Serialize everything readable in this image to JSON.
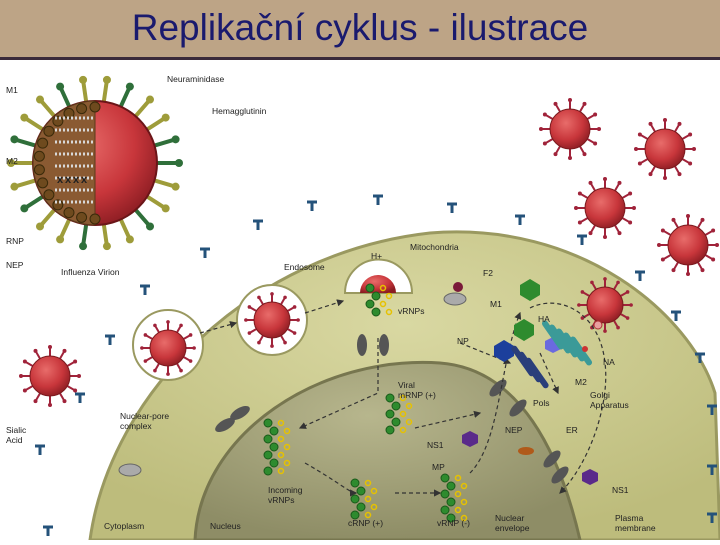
{
  "title": "Replikační cyklus - ilustrace",
  "virion_labels": {
    "m1": "M1",
    "m2": "M2",
    "rnp": "RNP",
    "nep": "NEP",
    "neuraminidase": "Neuraminidase",
    "hemagglutinin": "Hemagglutinin",
    "virion": "Influenza Virion"
  },
  "cell_labels": {
    "sialic_acid": "Sialic\nAcid",
    "cytoplasm": "Cytoplasm",
    "nucleus": "Nucleus",
    "nuclear_pore": "Nuclear-pore\ncomplex",
    "incoming": "Incoming\nvRNPs",
    "crnp": "cRNP (+)",
    "vrnp_minus": "vRNP (-)",
    "nuclear_envelope": "Nuclear\nenvelope",
    "plasma_membrane": "Plasma\nmembrane",
    "endosome": "Endosome",
    "h_plus": "H+",
    "vrnps": "vRNPs",
    "mitochondria": "Mitochondria",
    "f2": "F2",
    "viral_mrna": "Viral\nmRNP (+)",
    "ns1_nuc": "NS1",
    "mp": "MP",
    "nep_cell": "NEP",
    "m1_cell": "M1",
    "np": "NP",
    "ha": "HA",
    "na": "NA",
    "m2_cell": "M2",
    "pols": "Pols",
    "er": "ER",
    "golgi": "Golgi\nApparatus",
    "ns1_cyto": "NS1"
  },
  "colors": {
    "title_bar": "#bda486",
    "title_text": "#1a1a6e",
    "cytoplasm": "#c9c889",
    "nucleus": "#a3a27a",
    "virus": "#c8363b",
    "spike": "#a0233a",
    "rnp_green": "#2e8b2e",
    "receptor": "#24527a",
    "golgi": "#3b9a98",
    "np": "#1c3f9c",
    "ns1": "#5a2a8a"
  }
}
